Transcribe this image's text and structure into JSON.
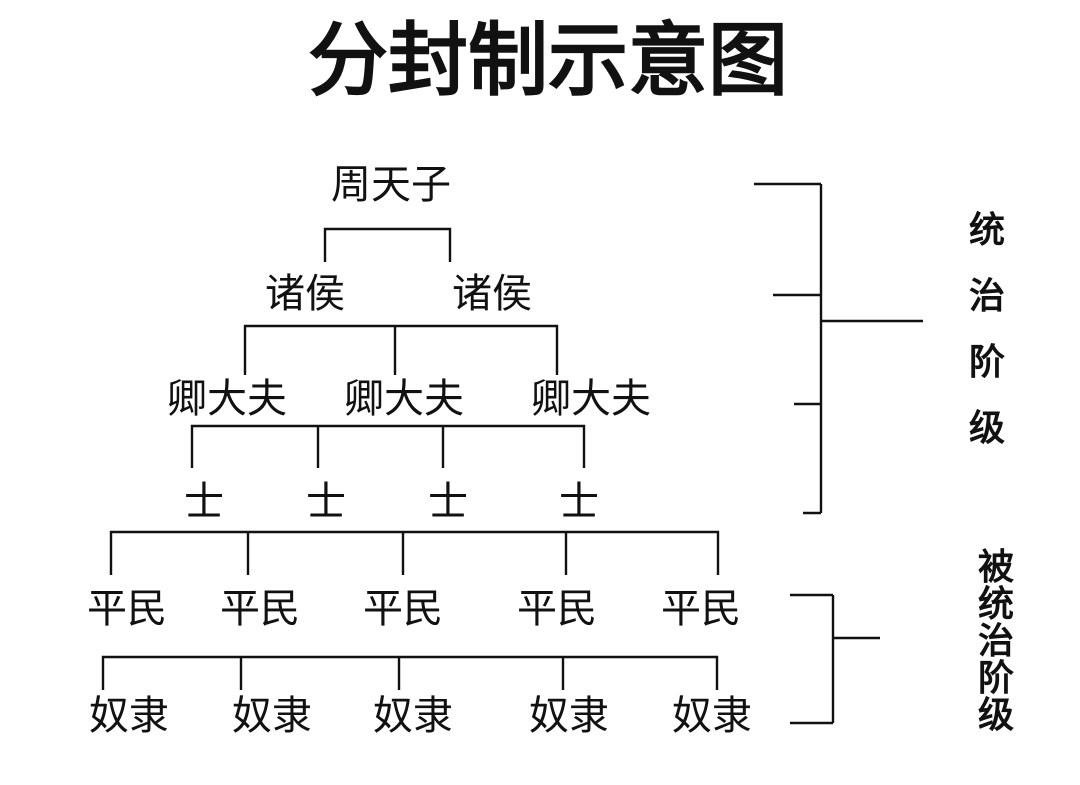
{
  "title": "分封制示意图",
  "levels": {
    "tianzi": "周天子",
    "zhuhou": [
      "诸侯",
      "诸侯"
    ],
    "qingdafu": [
      "卿大夫",
      "卿大夫",
      "卿大夫"
    ],
    "shi": [
      "士",
      "士",
      "士",
      "士"
    ],
    "pingmin": [
      "平民",
      "平民",
      "平民",
      "平民",
      "平民"
    ],
    "nuli": [
      "奴隶",
      "奴隶",
      "奴隶",
      "奴隶",
      "奴隶"
    ]
  },
  "groups": {
    "ruling": "统治阶级",
    "ruled": "被统治阶级"
  }
}
